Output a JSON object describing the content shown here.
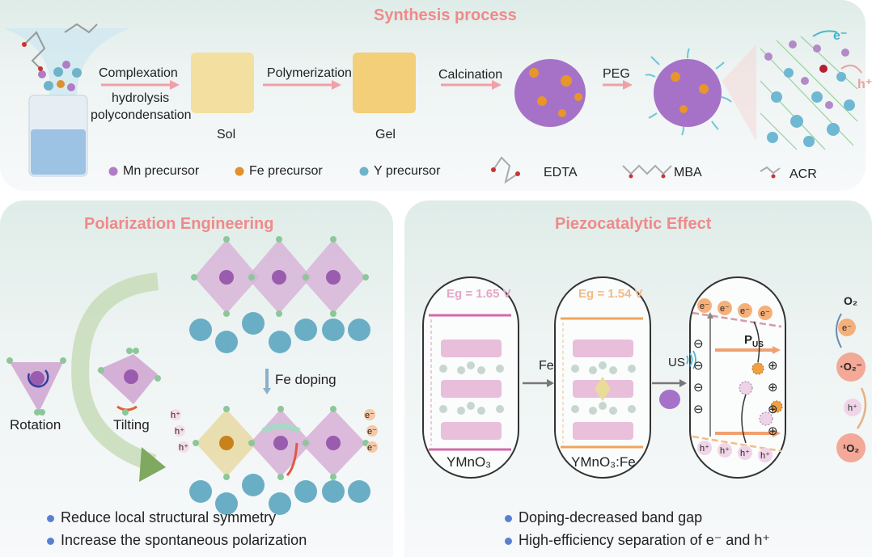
{
  "synthesis": {
    "title": "Synthesis process",
    "steps": {
      "complexation": "Complexation",
      "hydrolysis": "hydrolysis",
      "polycondensation": "polycondensation",
      "sol": "Sol",
      "polymerization": "Polymerization",
      "gel": "Gel",
      "calcination": "Calcination",
      "peg": "PEG",
      "electron": "e⁻",
      "hole": "h⁺"
    },
    "legend": [
      {
        "label": "Mn precursor",
        "color": "#b07cc6"
      },
      {
        "label": "Fe precursor",
        "color": "#e0912c"
      },
      {
        "label": "Y precursor",
        "color": "#6fb3c9"
      }
    ],
    "molecules": [
      "EDTA",
      "MBA",
      "ACR"
    ]
  },
  "polarization": {
    "title": "Polarization Engineering",
    "rotation": "Rotation",
    "tilting": "Tilting",
    "fe_doping": "Fe doping",
    "holes": [
      "h⁺",
      "h⁺",
      "h⁺"
    ],
    "electrons": [
      "e⁻",
      "e⁻",
      "e⁻"
    ],
    "bullets": [
      "Reduce local structural symmetry",
      "Increase the spontaneous polarization"
    ]
  },
  "piezo": {
    "title": "Piezocatalytic Effect",
    "eg1": "Eg = 1.65 V",
    "eg2": "Eg = 1.54 V",
    "fe": "Fe",
    "us": "US",
    "label1": "YMnO₃",
    "label2": "YMnO₃:Fe",
    "pus": "P",
    "pus_sub": "US",
    "electrons": [
      "e⁻",
      "e⁻",
      "e⁻",
      "e⁻"
    ],
    "holes": [
      "h⁺",
      "h⁺",
      "h⁺",
      "h⁺"
    ],
    "minus": [
      "⊖",
      "⊖",
      "⊖",
      "⊖"
    ],
    "plus": [
      "⊕",
      "⊕",
      "⊕",
      "⊕"
    ],
    "o2": "O₂",
    "e_side": "e⁻",
    "superoxide": "·O₂⁻",
    "h_side": "h⁺",
    "singlet": "¹O₂",
    "bullets": [
      "Doping-decreased band gap",
      "High-efficiency separation of e⁻ and h⁺"
    ],
    "colors": {
      "pristine": "#d46aa8",
      "doped": "#f0a55a"
    }
  }
}
